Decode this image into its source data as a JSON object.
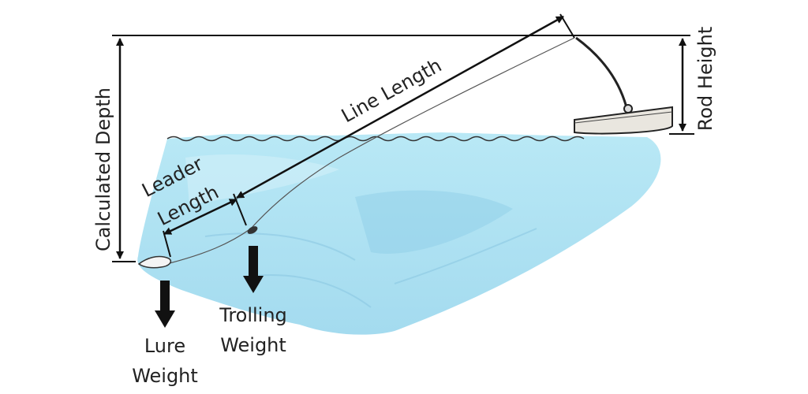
{
  "labels": {
    "calculated_depth": "Calculated Depth",
    "line_length": "Line Length",
    "leader_line1": "Leader",
    "leader_line2": "Length",
    "rod_height": "Rod Height",
    "trolling_line1": "Trolling",
    "trolling_line2": "Weight",
    "lure_line1": "Lure",
    "lure_line2": "Weight"
  },
  "colors": {
    "water": "#a6e1f2",
    "water_light": "#cdeef8",
    "water_deep": "#8ccbe6",
    "ink": "#111111",
    "boat_fill": "#e9e6df"
  }
}
